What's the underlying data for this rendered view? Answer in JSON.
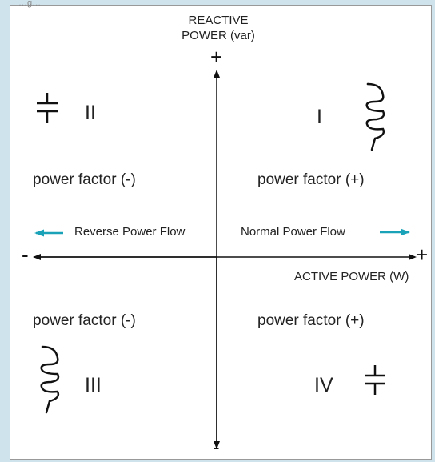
{
  "header": {
    "partial_caption": "…g…"
  },
  "axes": {
    "vertical": {
      "title_line1": "REACTIVE",
      "title_line2": "POWER (var)",
      "plus": "+",
      "minus": "-"
    },
    "horizontal": {
      "title": "ACTIVE POWER (W)",
      "plus": "+",
      "minus": "-"
    }
  },
  "quadrants": [
    {
      "roman": "I",
      "label": "power factor (+)",
      "symbol": "inductor-icon"
    },
    {
      "roman": "II",
      "label": "power factor (-)",
      "symbol": "capacitor-icon"
    },
    {
      "roman": "III",
      "label": "power factor (-)",
      "symbol": "inductor-icon"
    },
    {
      "roman": "IV",
      "label": "power factor (+)",
      "symbol": "capacitor-icon"
    }
  ],
  "flows": {
    "reverse": "Reverse Power Flow",
    "normal": "Normal Power Flow"
  },
  "colors": {
    "flow_arrow": "#1aa3b8",
    "axis": "#111111",
    "background": "#cfe3ec"
  }
}
